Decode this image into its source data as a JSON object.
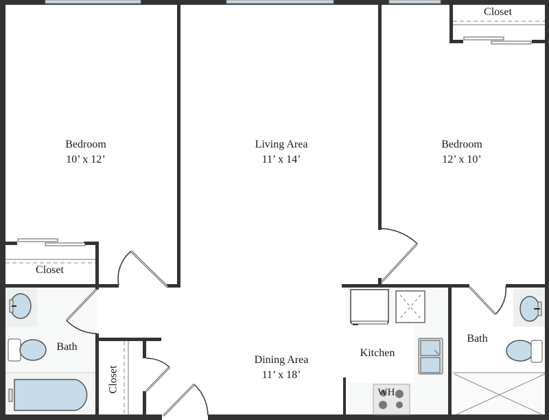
{
  "floorplan": {
    "colors": {
      "wall": "#333333",
      "fixture_fill": "#c6dcea",
      "window": "#c9d7e0",
      "floor_tile": "#f7f8f8"
    },
    "rooms": [
      {
        "id": "bedroom-1",
        "name": "Bedroom",
        "size": "10’ x 12’"
      },
      {
        "id": "living",
        "name": "Living Area",
        "size": "11’ x 14’"
      },
      {
        "id": "bedroom-2",
        "name": "Bedroom",
        "size": "12’ x 10’"
      },
      {
        "id": "dining",
        "name": "Dining Area",
        "size": "11’ x 18’"
      },
      {
        "id": "kitchen",
        "name": "Kitchen"
      },
      {
        "id": "bath-1",
        "name": "Bath"
      },
      {
        "id": "bath-2",
        "name": "Bath"
      },
      {
        "id": "closet-1",
        "name": "Closet"
      },
      {
        "id": "closet-2",
        "name": "Closet"
      },
      {
        "id": "closet-3",
        "name": "Closet"
      }
    ],
    "appliances": {
      "water_heater": "WH"
    }
  }
}
